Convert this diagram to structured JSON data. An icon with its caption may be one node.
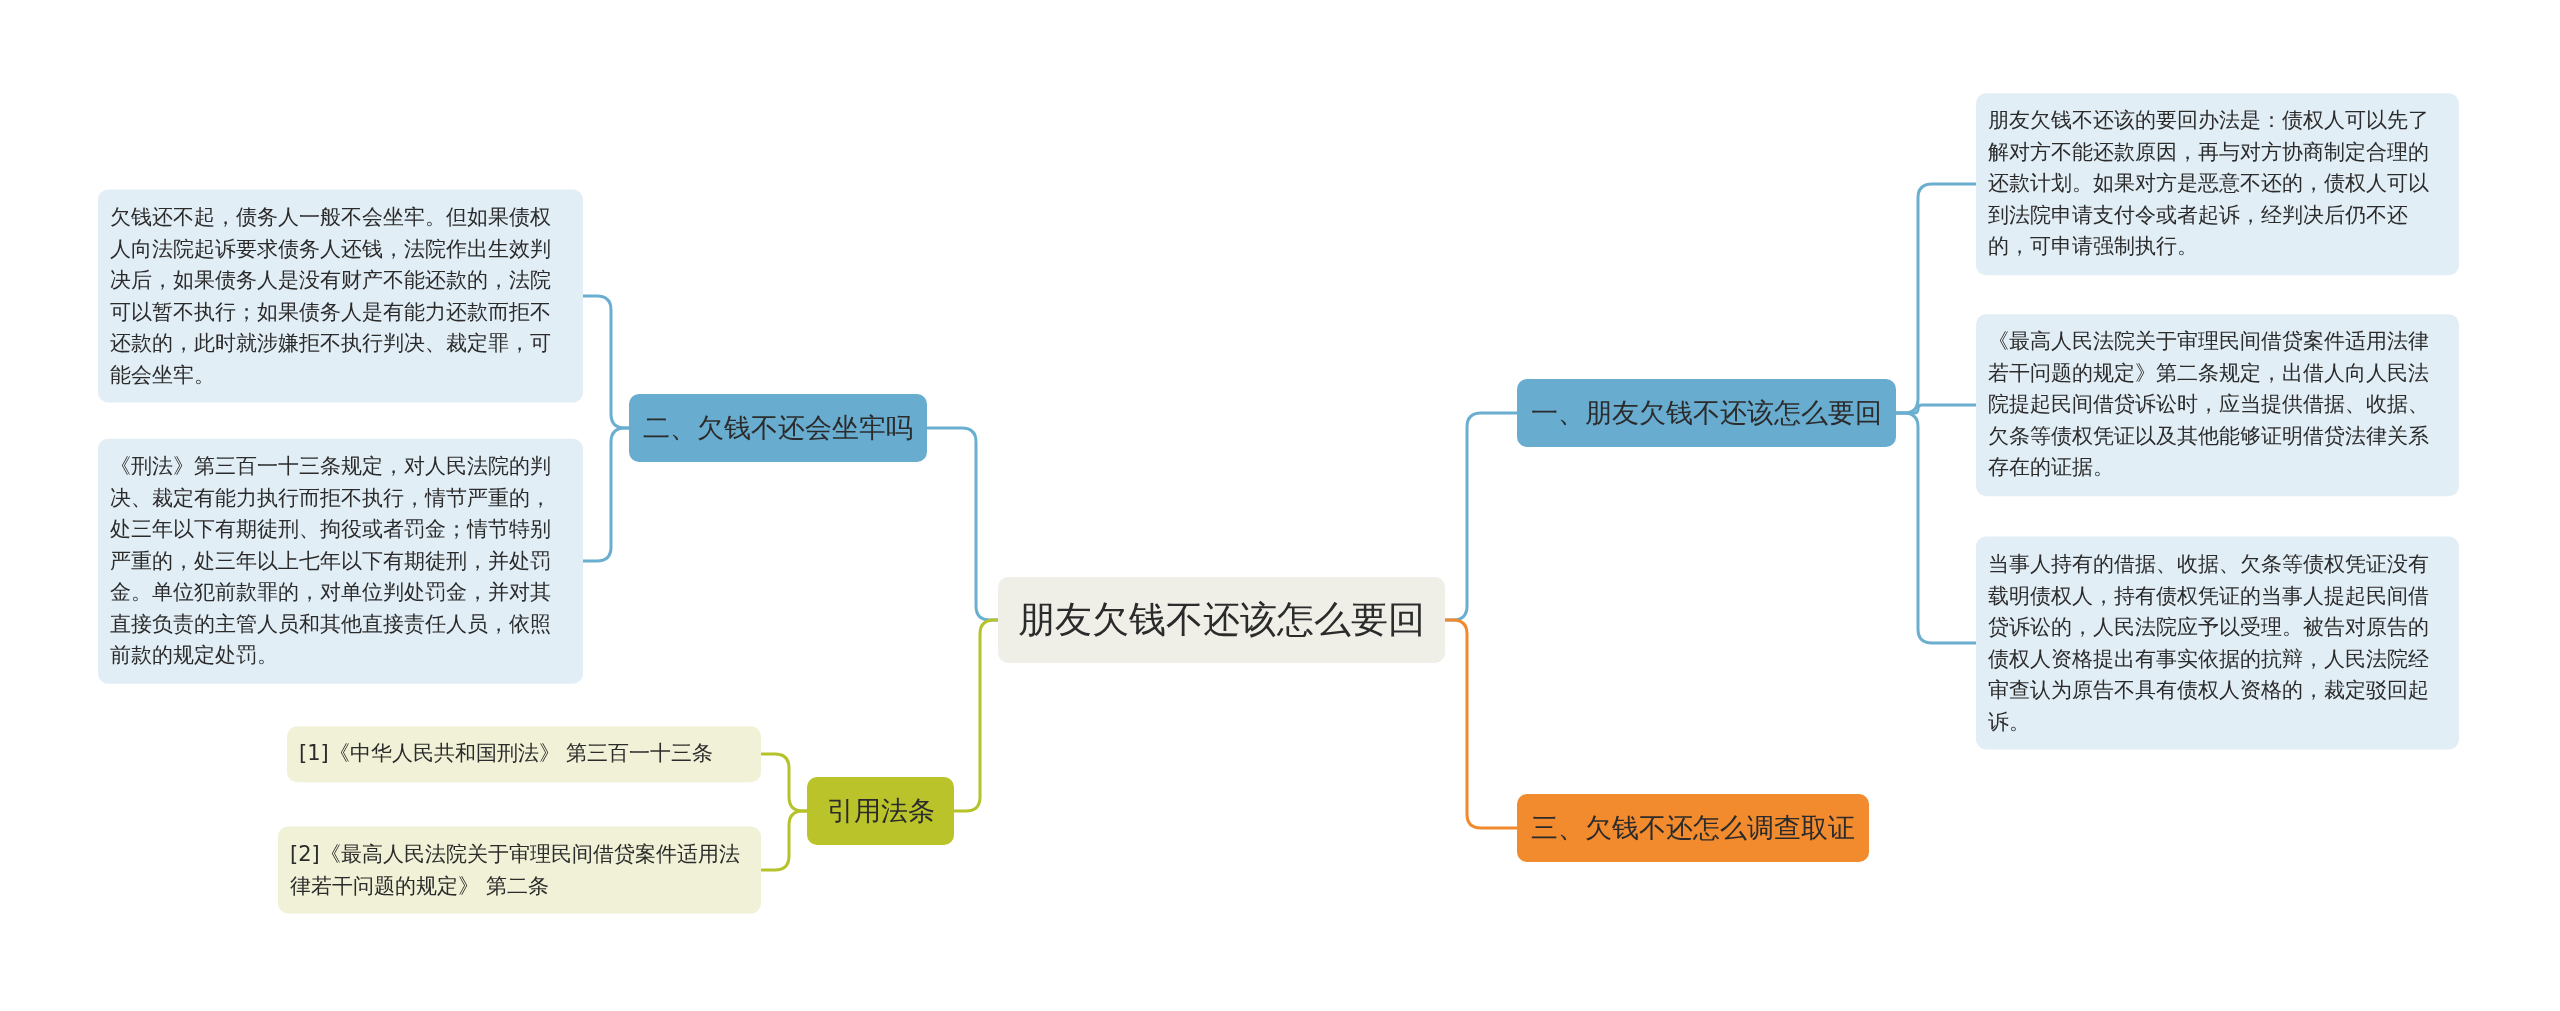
{
  "diagram": {
    "nodes": [
      {
        "text": [
          "朋友欠钱不还该怎么要回"
        ]
      },
      {
        "text": [
          "一、朋友欠钱不还该怎么要回"
        ]
      },
      {
        "text": [
          "朋友欠钱不还该的要回办法是：债权人可以先了解对方不能还款原因，再与对方协商制定合理的还款计划。如果对方是恶意不还的，债权人可以到法院申请支付令或者起诉，经判决后仍不还的，可申请强制执行。"
        ]
      },
      {
        "text": [
          "《最高人民法院关于审理民间借贷案件适用法律若干问题的规定》第二条规定，出借人向人民法院提起民间借贷诉讼时，应当提供借据、收据、欠条等债权凭证以及其他能够证明借贷法律关系存在的证据。"
        ]
      },
      {
        "text": [
          "当事人持有的借据、收据、欠条等债权凭证没有载明债权人，持有债权凭证的当事人提起民间借贷诉讼的，人民法院应予以受理。被告对原告的债权人资格提出有事实依据的抗辩，人民法院经审查认为原告不具有债权人资格的，裁定驳回起诉。"
        ]
      },
      {
        "text": [
          "三、欠钱不还怎么调查取证"
        ]
      },
      {
        "text": [
          "二、欠钱不还会坐牢吗"
        ]
      },
      {
        "text": [
          "欠钱还不起，债务人一般不会坐牢。但如果债权人向法院起诉要求债务人还钱，法院作出生效判决后，如果债务人是没有财产不能还款的，法院可以暂不执行；如果债务人是有能力还款而拒不还款的，此时就涉嫌拒不执行判决、裁定罪，可能会坐牢。"
        ]
      },
      {
        "text": [
          "《刑法》第三百一十三条规定，对人民法院的判决、裁定有能力执行而拒不执行，情节严重的，处三年以下有期徒刑、拘役或者罚金；情节特别严重的，处三年以上七年以下有期徒刑，并处罚金。单位犯前款罪的，对单位判处罚金，并对其直接负责的主管人员和其他直接责任人员，依照前款的规定处罚。"
        ]
      },
      {
        "text": [
          "引用法条"
        ]
      },
      {
        "text": [
          "[1]《中华人民共和国刑法》 第三百一十三条"
        ]
      },
      {
        "text": [
          "[2]《最高人民法院关于审理民间借贷案件适用法律若干问题的规定》 第二条"
        ]
      }
    ],
    "edges": [
      {
        "from": 0,
        "to": 1,
        "arrow": "none"
      },
      {
        "from": 1,
        "to": 2,
        "arrow": "none"
      },
      {
        "from": 1,
        "to": 3,
        "arrow": "none"
      },
      {
        "from": 1,
        "to": 4,
        "arrow": "none"
      },
      {
        "from": 0,
        "to": 5,
        "arrow": "none",
        "color": "#f08a2c"
      },
      {
        "from": 0,
        "to": 6,
        "arrow": "none"
      },
      {
        "from": 6,
        "to": 7,
        "arrow": "none"
      },
      {
        "from": 6,
        "to": 8,
        "arrow": "none"
      },
      {
        "from": 0,
        "to": 9,
        "arrow": "none",
        "color": "#b5c22a"
      },
      {
        "from": 9,
        "to": 10,
        "arrow": "none",
        "color": "#b5c22a"
      },
      {
        "from": 9,
        "to": 11,
        "arrow": "none",
        "color": "#b5c22a"
      }
    ]
  }
}
